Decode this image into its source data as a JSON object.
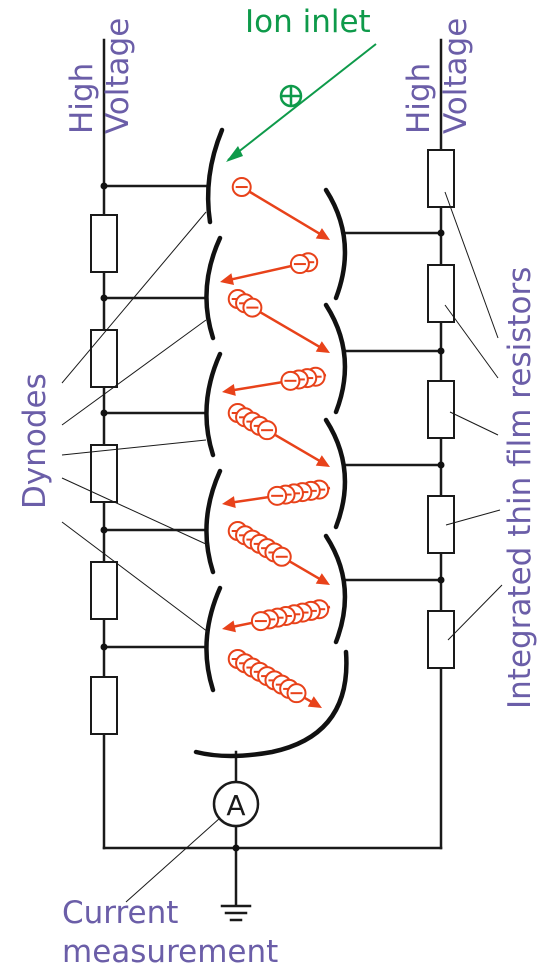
{
  "labels": {
    "high_voltage_left_line1": "High",
    "high_voltage_left_line2": "Voltage",
    "high_voltage_right_line1": "High",
    "high_voltage_right_line2": "Voltage",
    "ion_inlet": "Ion inlet",
    "dynodes": "Dynodes",
    "resistors": "Integrated thin film resistors",
    "ammeter": "A",
    "current_line1": "Current",
    "current_line2": "measurement"
  },
  "colors": {
    "label_purple": "#6b5ea8",
    "label_green": "#0e9a4a",
    "electron_orange": "#e8421a",
    "wiring": "#1a1a1a"
  },
  "stages": [
    {
      "stage": 1,
      "electron_count": 1
    },
    {
      "stage": 2,
      "electron_count": 2
    },
    {
      "stage": 3,
      "electron_count": 3
    },
    {
      "stage": 4,
      "electron_count": 4
    },
    {
      "stage": 5,
      "electron_count": 5
    },
    {
      "stage": 6,
      "electron_count": 6
    },
    {
      "stage": 7,
      "electron_count": 7
    },
    {
      "stage": 8,
      "electron_count": 8
    },
    {
      "stage": 9,
      "electron_count": 9
    }
  ],
  "icons": [
    "ion-plus-icon",
    "electron-icon",
    "ground-icon",
    "ammeter-icon"
  ]
}
